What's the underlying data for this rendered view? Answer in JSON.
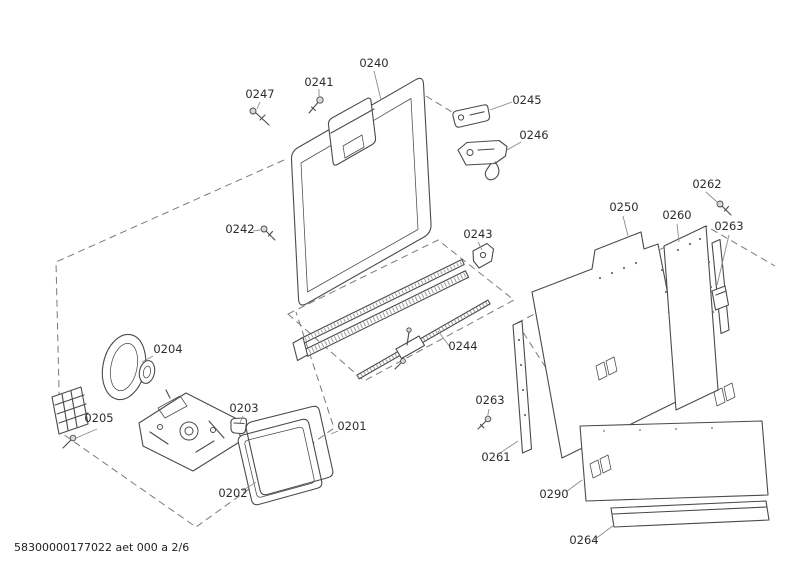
{
  "colors": {
    "background": "#ffffff",
    "line": "#4a4a4a",
    "leader": "#8c8c8c",
    "dash": "#7a7a7a",
    "label_text": "#2d2d2d"
  },
  "diagram": {
    "footer_code": "58300000177022 aet 000 a 2/6",
    "part_labels": [
      {
        "text": "0240"
      },
      {
        "text": "0241"
      },
      {
        "text": "0247"
      },
      {
        "text": "0245"
      },
      {
        "text": "0246"
      },
      {
        "text": "0242"
      },
      {
        "text": "0243"
      },
      {
        "text": "0244"
      },
      {
        "text": "0250"
      },
      {
        "text": "0260"
      },
      {
        "text": "0262"
      },
      {
        "text": "0263"
      },
      {
        "text": "0263"
      },
      {
        "text": "0261"
      },
      {
        "text": "0290"
      },
      {
        "text": "0264"
      },
      {
        "text": "0204"
      },
      {
        "text": "0205"
      },
      {
        "text": "0203"
      },
      {
        "text": "0201"
      },
      {
        "text": "0202"
      }
    ]
  }
}
